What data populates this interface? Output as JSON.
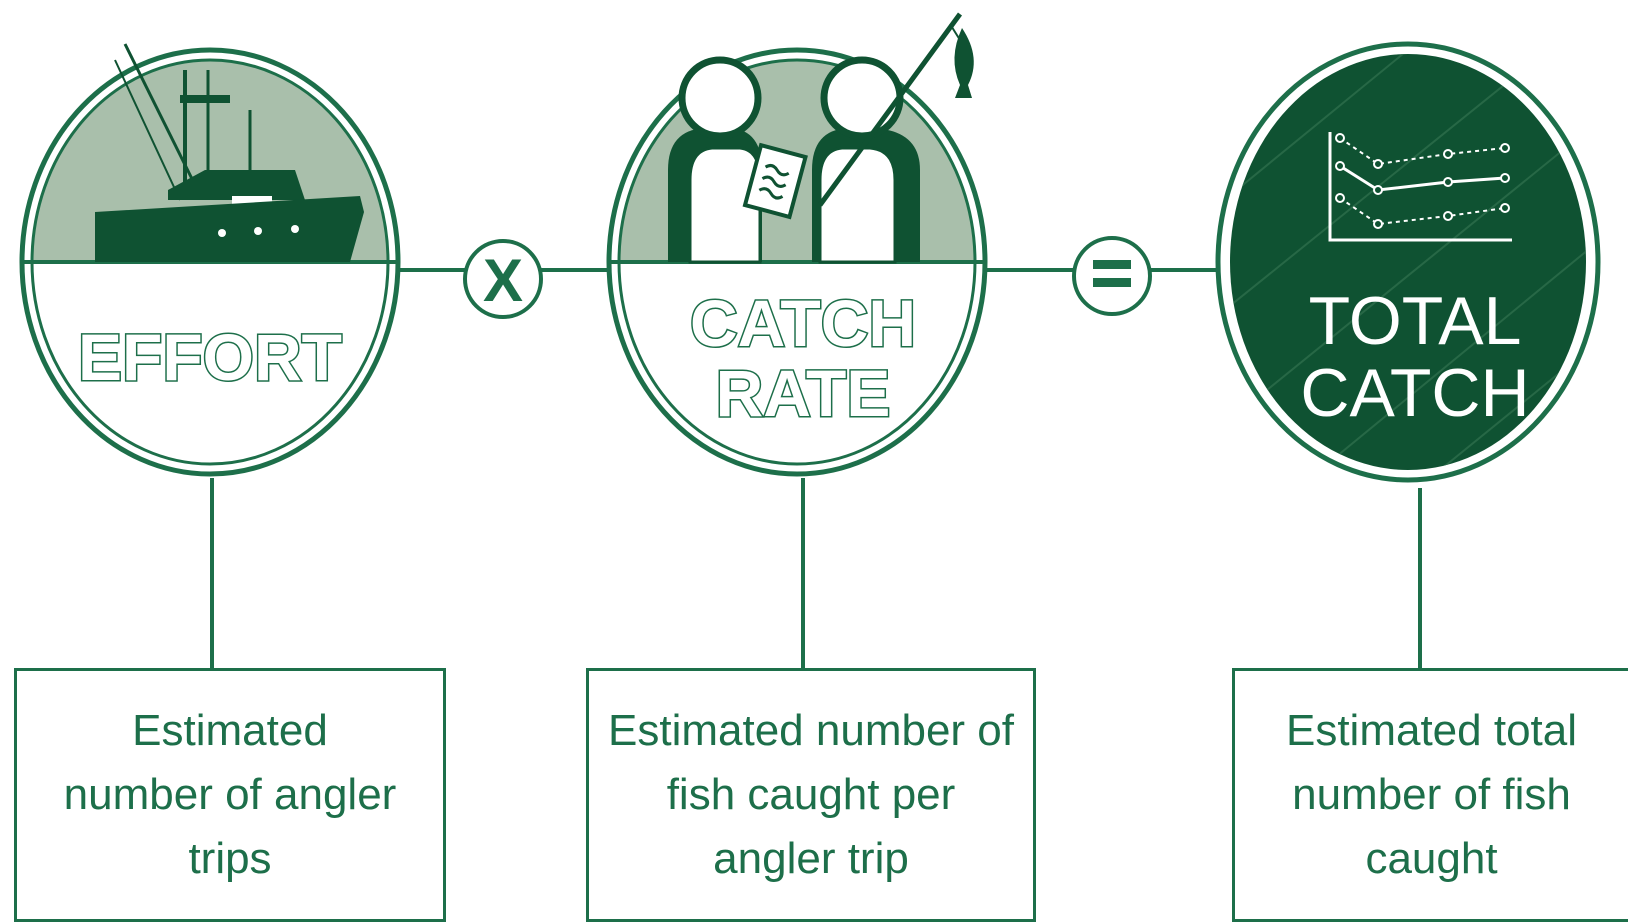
{
  "colors": {
    "dark_green": "#0f5232",
    "mid_green": "#1d6f4a",
    "pale_green": "#a9bfab",
    "white": "#ffffff"
  },
  "effort": {
    "title": "EFFORT",
    "icon": "fishing-boat-icon",
    "description": [
      "Estimated",
      "number of angler",
      "trips"
    ]
  },
  "operator_multiply": "X",
  "catch_rate": {
    "title_line1": "CATCH",
    "title_line2": "RATE",
    "icon": "anglers-interview-icon",
    "description": [
      "Estimated number of",
      "fish caught per",
      "angler trip"
    ]
  },
  "operator_equals": "=",
  "total_catch": {
    "title_line1": "TOTAL",
    "title_line2": "CATCH",
    "icon": "line-chart-icon",
    "description": [
      "Estimated total",
      "number of fish",
      "caught"
    ]
  }
}
